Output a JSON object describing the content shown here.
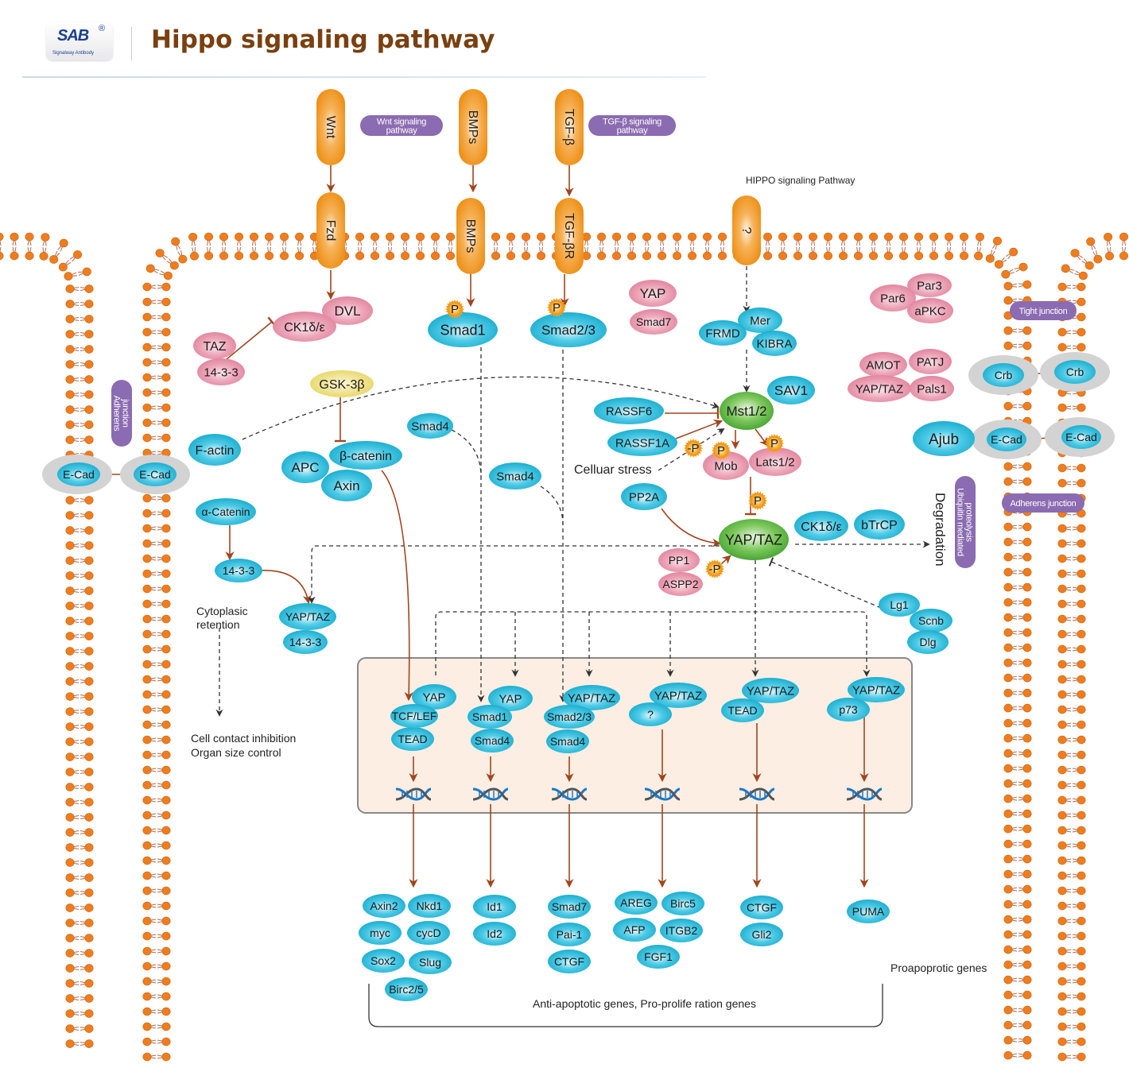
{
  "header": {
    "logo_mark": "SAB",
    "logo_registered": "®",
    "logo_subtitle": "Signalway Antibody",
    "title": "Hippo signaling pathway"
  },
  "colors": {
    "title": "#7a4010",
    "receptor_orange": "#f0961e",
    "protein_cyan": "#1fb5d6",
    "protein_pink": "#e990a6",
    "protein_green": "#5cb946",
    "protein_yellow": "#ecd96a",
    "pathway_tag_purple": "#8b6bb1",
    "arrow_brown": "#a0461e",
    "nucleus_fill": "#fdeee3",
    "lipid_orange": "#ef7d1e"
  },
  "pathway_tags": {
    "wnt": "Wnt signaling pathway",
    "tgf": "TGF-β signaling pathway",
    "adherens_left": "Adherens junction",
    "tight": "Tight junction",
    "adherens_right": "Adherens junction",
    "ubiquitin": "Ubiquitin mediated proteolysis"
  },
  "ligands": {
    "wnt": "Wnt",
    "bmps": "BMPs",
    "tgfb": "TGF-β"
  },
  "receptors": {
    "fzd": "Fzd",
    "bmps": "BMPs",
    "tgfbr": "TGF-βR",
    "unknown": "?"
  },
  "labels": {
    "hippo_pathway": "HIPPO signaling Pathway",
    "cellular_stress": "Celluar stress",
    "cytoplasic_retention": "Cytoplasic retention",
    "cell_contact": "Cell contact inhibition",
    "organ_size": "Organ size control",
    "degradation": "Degradation",
    "anti_apoptotic": "Anti-apoptotic genes, Pro-prolife ration genes",
    "proapoptotic": "Proapoprotic genes",
    "phospho": "P",
    "dephospho": "-P"
  },
  "proteins": {
    "dvl": "DVL",
    "ck1": "CK1δ/ε",
    "taz": "TAZ",
    "p1433a": "14-3-3",
    "gsk": "GSK-3β",
    "factin": "F-actin",
    "apc": "APC",
    "bcat": "β-catenin",
    "axin": "Axin",
    "acat": "α-Catenin",
    "p1433b": "14-3-3",
    "yaptaz_c": "YAP/TAZ",
    "p1433c": "14-3-3",
    "smad1": "Smad1",
    "smad23": "Smad2/3",
    "smad4a": "Smad4",
    "smad4b": "Smad4",
    "yap_pink": "YAP",
    "smad7_pink": "Smad7",
    "mer": "Mer",
    "frmd": "FRMD",
    "kibra": "KIBRA",
    "mst": "Mst1/2",
    "sav1": "SAV1",
    "rassf6": "RASSF6",
    "rassf1a": "RASSF1A",
    "mob": "Mob",
    "lats": "Lats1/2",
    "pp2a": "PP2A",
    "yaptaz_main": "YAP/TAZ",
    "ck1b": "CK1δ/ε",
    "btrcp": "bTrCP",
    "pp1": "PP1",
    "aspp2": "ASPP2",
    "lg1": "Lg1",
    "scnb": "Scnb",
    "dlg": "Dlg",
    "par3": "Par3",
    "par6": "Par6",
    "apkc": "aPKC",
    "amot": "AMOT",
    "patj": "PATJ",
    "yaptaz_pink": "YAP/TAZ",
    "pals1": "Pals1",
    "crb1": "Crb",
    "crb2": "Crb",
    "ajub": "Ajub",
    "ecad_r1": "E-Cad",
    "ecad_r2": "E-Cad",
    "ecad_l1": "E-Cad",
    "ecad_l2": "E-Cad"
  },
  "nuclear_complexes": [
    {
      "top": "YAP",
      "mid": "TCF/LEF",
      "bot": "TEAD"
    },
    {
      "top": "YAP",
      "mid": "Smad1",
      "bot": "Smad4"
    },
    {
      "top": "YAP/TAZ",
      "mid": "Smad2/3",
      "bot": "Smad4"
    },
    {
      "top": "YAP/TAZ",
      "mid": "?",
      "bot": ""
    },
    {
      "top": "YAP/TAZ",
      "mid": "TEAD",
      "bot": ""
    },
    {
      "top": "YAP/TAZ",
      "mid": "p73",
      "bot": ""
    }
  ],
  "target_genes": [
    [
      "Axin2",
      "Nkd1",
      "myc",
      "cycD",
      "Sox2",
      "Slug",
      "Birc2/5"
    ],
    [
      "Id1",
      "Id2"
    ],
    [
      "Smad7",
      "Pai-1",
      "CTGF"
    ],
    [
      "AREG",
      "Birc5",
      "AFP",
      "ITGB2",
      "FGF1"
    ],
    [
      "CTGF",
      "Gli2"
    ],
    [
      "PUMA"
    ]
  ]
}
